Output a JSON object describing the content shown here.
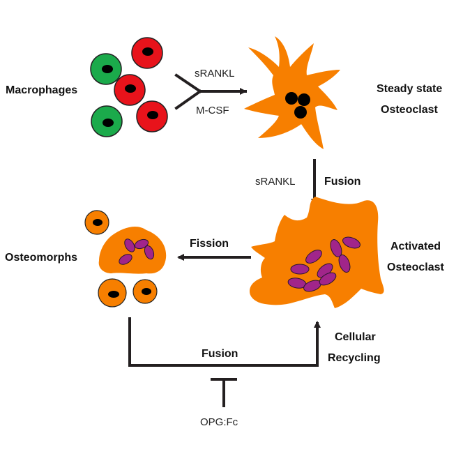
{
  "labels": {
    "macrophages": "Macrophages",
    "srankl_top": "sRANKL",
    "mcsf": "M-CSF",
    "steady_line1": "Steady state",
    "steady_line2": "Osteoclast",
    "srankl_mid": "sRANKL",
    "fusion_mid": "Fusion",
    "activated_line1": "Activated",
    "activated_line2": "Osteoclast",
    "fission": "Fission",
    "osteomorphs": "Osteomorphs",
    "fusion_bottom": "Fusion",
    "recycling_line1": "Cellular",
    "recycling_line2": "Recycling",
    "opg": "OPG:Fc"
  },
  "colors": {
    "cell_orange": "#F77F00",
    "macrophage_green": "#1BAA4B",
    "macrophage_red": "#E8131B",
    "nucleus_purple": "#A1258A",
    "nucleus_black": "#000000",
    "arrow": "#231F20"
  }
}
